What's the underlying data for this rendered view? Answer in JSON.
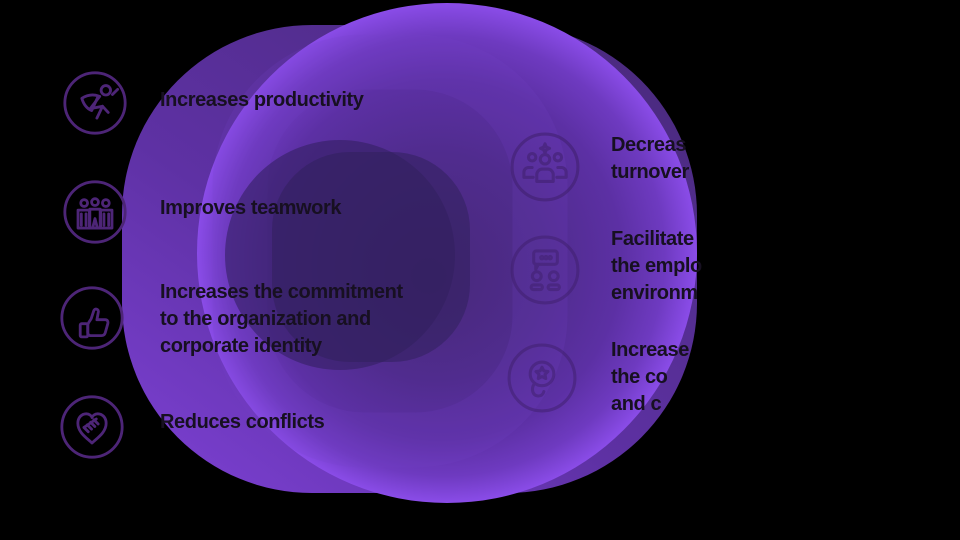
{
  "figure_background": "#000000",
  "colors": {
    "blob_bright_rim": "#8a4ce8",
    "blob_mid": "#5c30a4",
    "blob_core_dark": "#342062",
    "left_icon_stroke": "#4d2577",
    "right_icon_stroke": "#3f1f6c",
    "text": "#171021"
  },
  "left_items": [
    {
      "icon": "superhero-icon",
      "lines": [
        "Increases productivity"
      ]
    },
    {
      "icon": "team-icon",
      "lines": [
        "Improves teamwork"
      ]
    },
    {
      "icon": "thumbs-up-icon",
      "lines": [
        "Increases the commitment",
        "to the organization and",
        "corporate identity"
      ]
    },
    {
      "icon": "heart-handshake-icon",
      "lines": [
        "Reduces conflicts"
      ]
    }
  ],
  "right_items": [
    {
      "icon": "people-star-icon",
      "lines": [
        "Decreas",
        "turnover"
      ]
    },
    {
      "icon": "communication-icon",
      "lines": [
        "Facilitate",
        "the emplo",
        "environm"
      ]
    },
    {
      "icon": "award-icon",
      "lines": [
        "Increase",
        "the co",
        "and c"
      ]
    }
  ]
}
